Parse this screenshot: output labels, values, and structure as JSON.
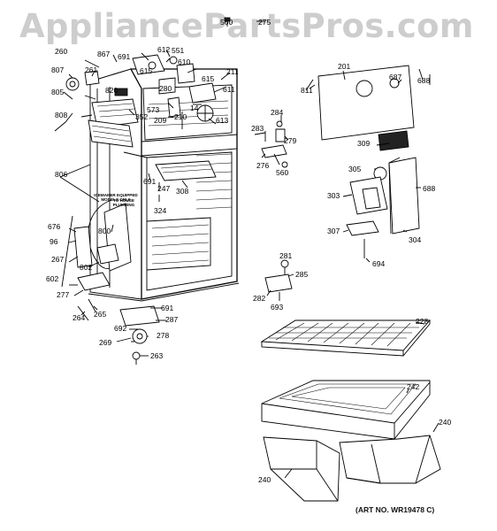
{
  "watermark": "AppliancePartsPros.com",
  "art_number": "(ART NO. WR19478 C)",
  "notes": {
    "icemaker_note": "ICEMAKER EQUIPPED\nMODELS ONLY",
    "house_plumbing_note": "TO HOUSE\nPLUMBING"
  },
  "part_labels": {
    "p560_top": "560",
    "p275": "275",
    "p612": "612",
    "p551": "551",
    "p867": "867",
    "p691_top": "691",
    "p610": "610",
    "p260": "260",
    "p261": "261",
    "p807": "807",
    "p211": "211",
    "p615_a": "615",
    "p615_b": "615",
    "p280": "280",
    "p820": "820",
    "p611": "611",
    "p805": "805",
    "p573": "573",
    "p14": "14",
    "p209": "209",
    "p210": "210",
    "p352": "352",
    "p613": "613",
    "p808": "808",
    "p806": "806",
    "p691_mid": "691",
    "p247": "247",
    "p308": "308",
    "p324": "324",
    "p676": "676",
    "p96": "96",
    "p800": "800",
    "p267": "267",
    "p802": "802",
    "p602": "602",
    "p277": "277",
    "p264": "264",
    "p265": "265",
    "p691_low": "691",
    "p287": "287",
    "p692": "692",
    "p278": "278",
    "p269": "269",
    "p263": "263",
    "p201": "201",
    "p811": "811",
    "p687": "687",
    "p688_top": "688",
    "p284": "284",
    "p283": "283",
    "p279": "279",
    "p276": "276",
    "p560_mid": "560",
    "p309": "309",
    "p305": "305",
    "p688_mid": "688",
    "p303": "303",
    "p307": "307",
    "p304": "304",
    "p694": "694",
    "p281": "281",
    "p285": "285",
    "p282": "282",
    "p693": "693",
    "p228": "228",
    "p242": "242",
    "p240_right": "240",
    "p240_left": "240"
  }
}
